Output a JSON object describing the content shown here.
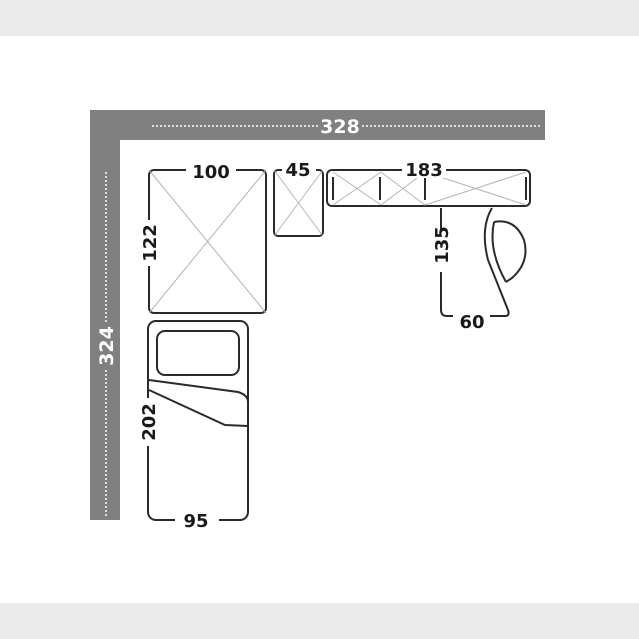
{
  "room": {
    "width_cm": "328",
    "depth_cm": "324"
  },
  "furniture": {
    "wardrobe": {
      "width": "100",
      "depth": "122"
    },
    "cabinet": {
      "width": "45"
    },
    "shelf_unit": {
      "width": "183"
    },
    "desk": {
      "length": "135",
      "depth": "60"
    },
    "bed": {
      "length": "202",
      "width": "95"
    }
  },
  "colors": {
    "wall": "#808080",
    "band": "#ebebeb",
    "outline": "#2a2a2a"
  }
}
